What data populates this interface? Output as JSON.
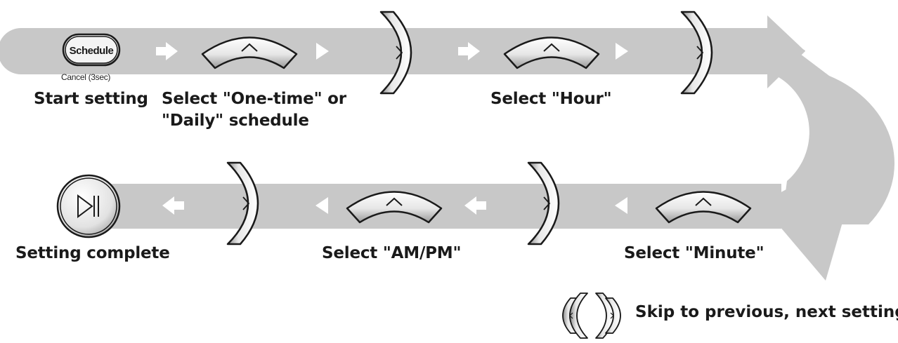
{
  "steps": {
    "start": {
      "button": "Schedule",
      "hint": "Cancel (3sec)",
      "label": "Start setting"
    },
    "schedule_type": {
      "line1": "Select \"One-time\" or",
      "line2": "\"Daily\" schedule"
    },
    "hour": {
      "label": "Select \"Hour\""
    },
    "minute": {
      "label": "Select \"Minute\""
    },
    "ampm": {
      "label": "Select \"AM/PM\""
    },
    "complete": {
      "label": "Setting complete"
    }
  },
  "legend": {
    "text": "Skip to previous, next setting"
  },
  "colors": {
    "track": "#c8c8c8",
    "arrow_white": "#ffffff",
    "button_fill": "#f2f2f2",
    "outline": "#1a1a1a"
  },
  "icons": [
    "up-arrow-icon",
    "right-arrow-icon",
    "left-arrow-icon",
    "play-pause-icon",
    "chevron-right-icon",
    "chevron-left-icon"
  ]
}
